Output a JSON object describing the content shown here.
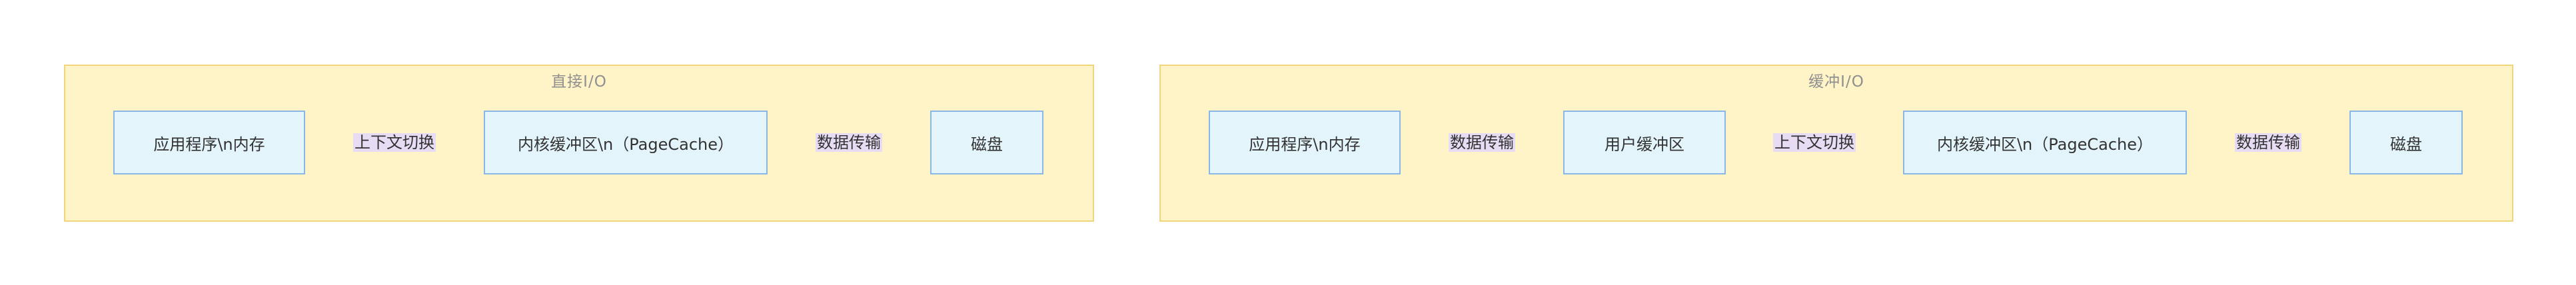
{
  "groups": [
    {
      "title": "直接I/O",
      "nodes": [
        "应用程序\\n内存",
        "内核缓冲区\\n（PageCache）",
        "磁盘"
      ],
      "edges": [
        "上下文切换",
        "数据传输"
      ]
    },
    {
      "title": "缓冲I/O",
      "nodes": [
        "应用程序\\n内存",
        "用户缓冲区",
        "内核缓冲区\\n（PageCache）",
        "磁盘"
      ],
      "edges": [
        "数据传输",
        "上下文切换",
        "数据传输"
      ]
    }
  ],
  "colors": {
    "group_fill": "#fff4c7",
    "group_border": "#f0d57a",
    "node_fill": "#e3f4fb",
    "node_border": "#8ab7e6",
    "edge_line": "#8c8c8c",
    "edge_label_bg": "#e8dcf4"
  }
}
